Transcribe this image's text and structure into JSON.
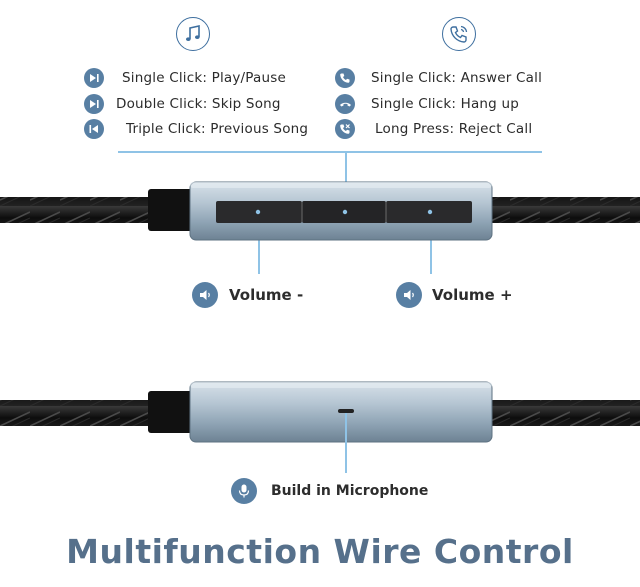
{
  "music_icon": "music-note-icon",
  "phone_icon": "phone-call-icon",
  "music_features": [
    {
      "icon": "play-pause-icon",
      "label": "Single Click: Play/Pause"
    },
    {
      "icon": "skip-forward-icon",
      "label": "Double Click: Skip Song"
    },
    {
      "icon": "skip-back-icon",
      "label": "Triple Click: Previous Song"
    }
  ],
  "call_features": [
    {
      "icon": "answer-call-icon",
      "label": "Single Click: Answer Call"
    },
    {
      "icon": "hang-up-icon",
      "label": "Single Click: Hang up"
    },
    {
      "icon": "reject-call-icon",
      "label": "Long Press: Reject Call"
    }
  ],
  "volume_down": {
    "icon": "speaker-icon",
    "label": "Volume -"
  },
  "volume_up": {
    "icon": "speaker-icon",
    "label": "Volume +"
  },
  "microphone": {
    "icon": "microphone-icon",
    "label": "Build in Microphone"
  },
  "title": "Multifunction Wire Control",
  "colors": {
    "accent": "#587fa3",
    "line": "#8fc3e6",
    "title": "#56708b",
    "remote_body": "#a9b9c6",
    "cable": "#151515"
  }
}
